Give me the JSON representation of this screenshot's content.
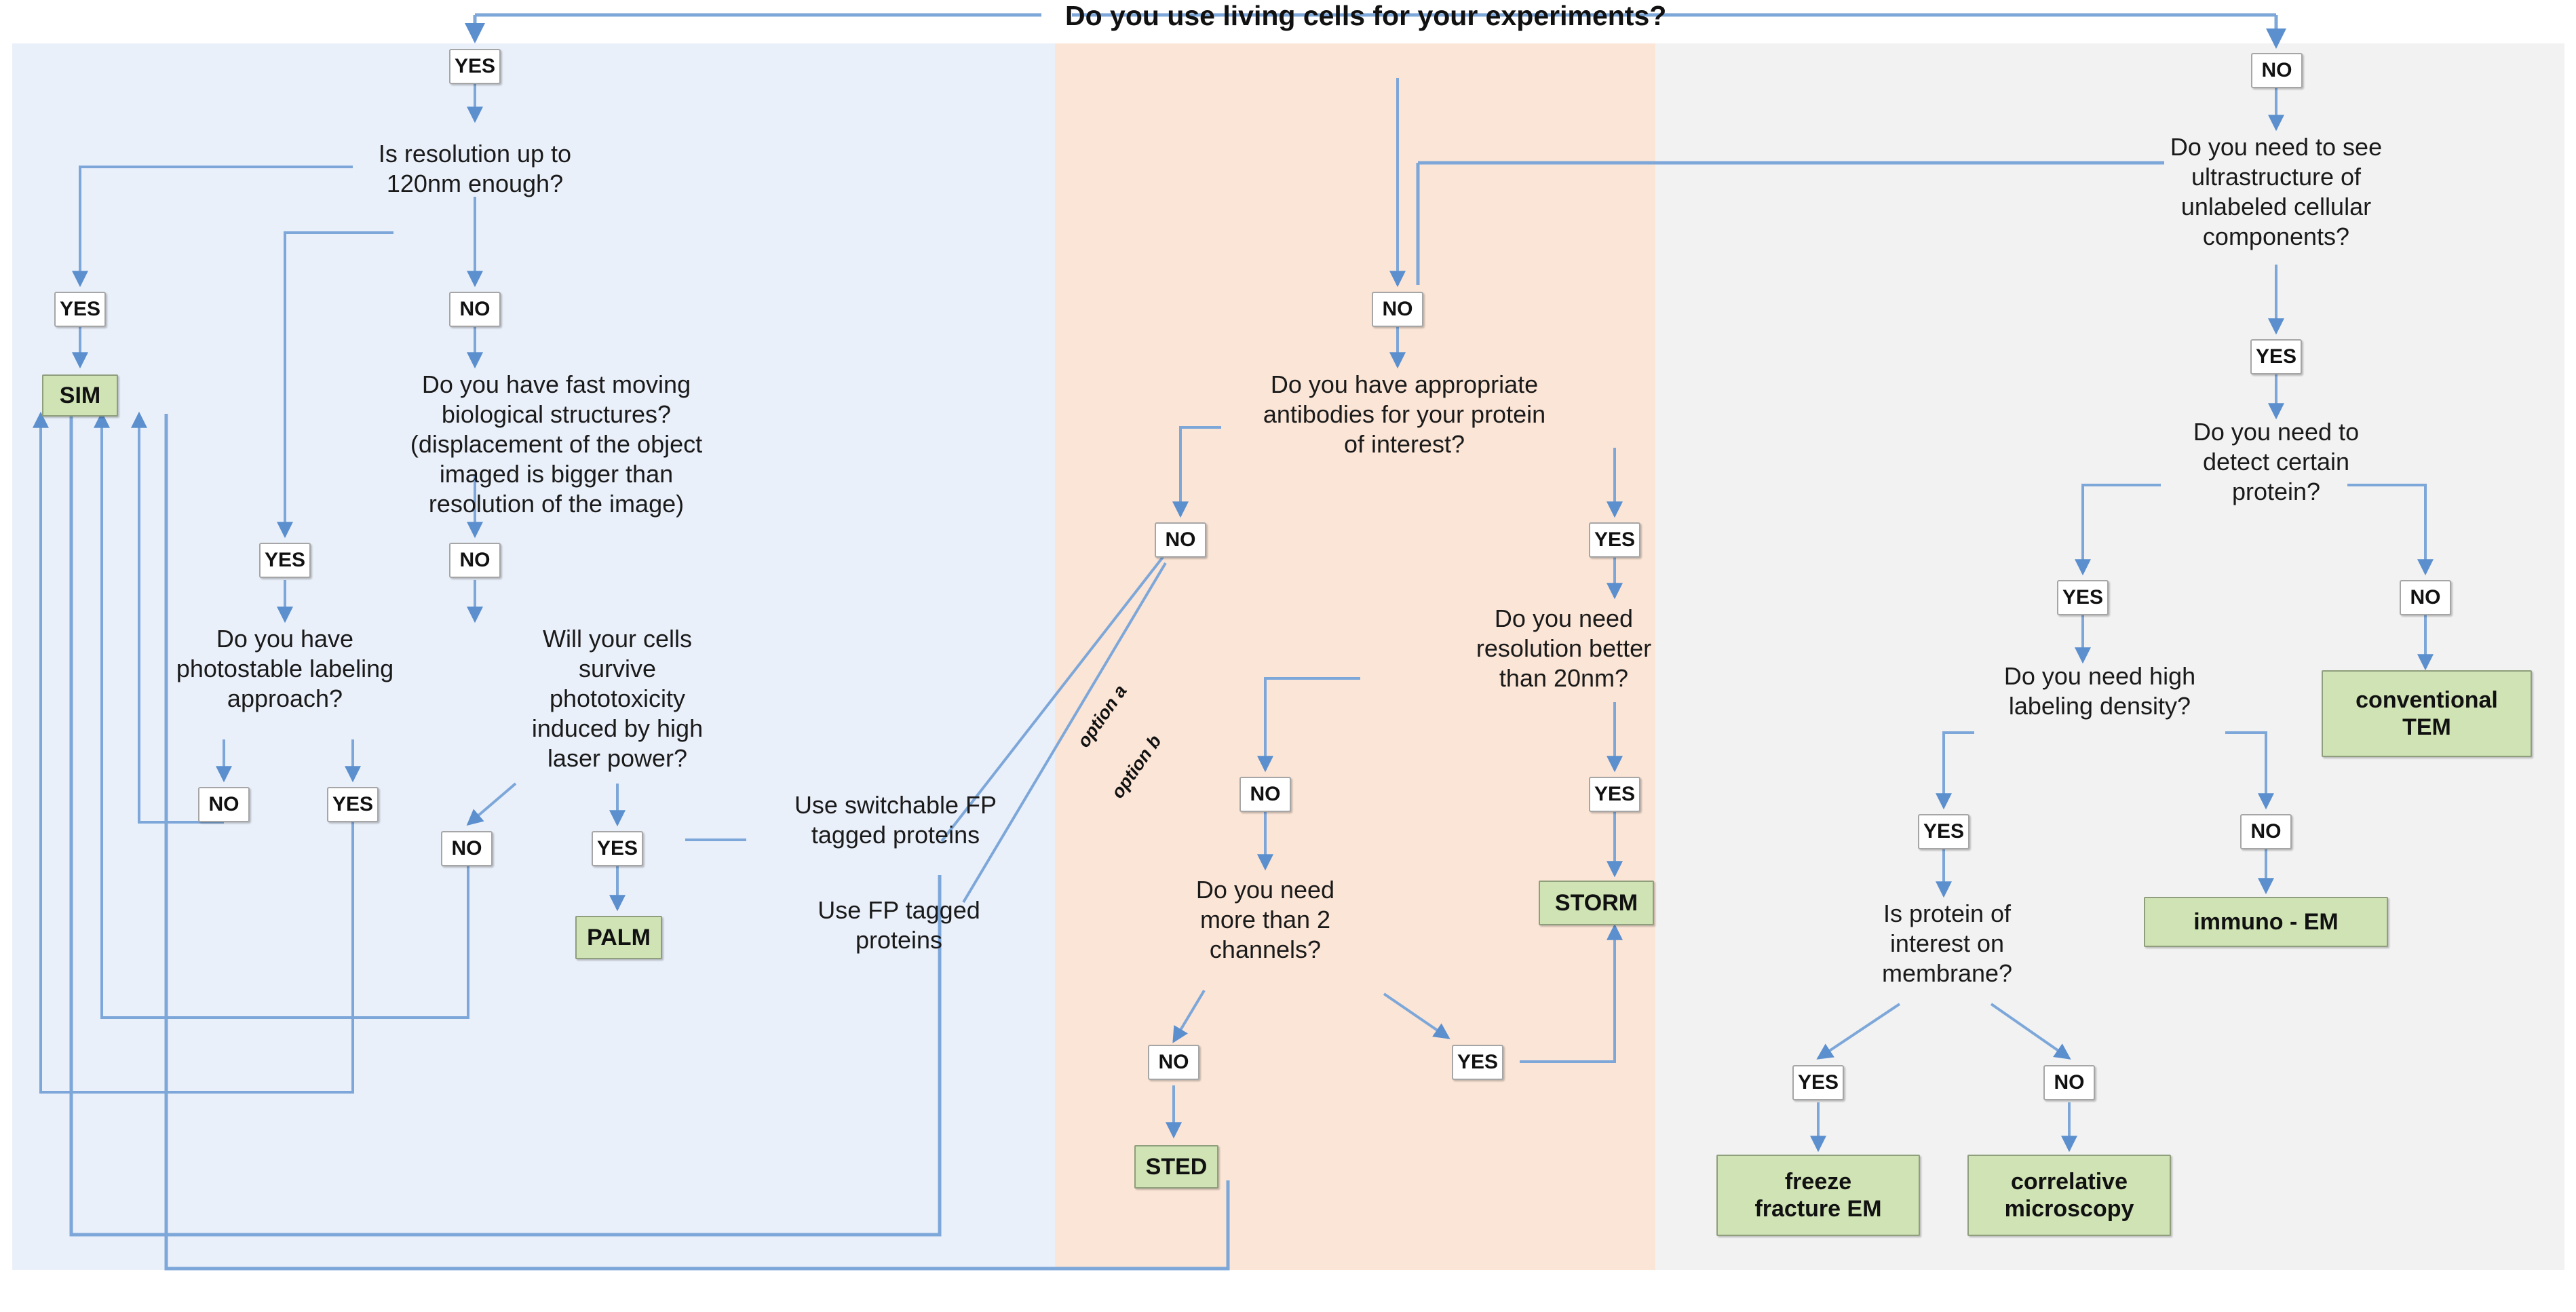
{
  "title": "Do you use living cells for your experiments?",
  "panels": {
    "living": "living-cells-panel",
    "fixed": "fixed-cells-panel",
    "em": "electron-microscopy-panel"
  },
  "colors": {
    "panel_living": "#eaf0fa",
    "panel_fixed": "#fbe5d6",
    "panel_em": "#f2f2f2",
    "result_fill": "#cfe3b4",
    "result_border": "#8f9e7c",
    "wire": "#7da7d9",
    "yesno_border": "#a6a6a6",
    "text": "#1a1a1a"
  },
  "labels": {
    "yes": "YES",
    "no": "NO",
    "option_a": "option a",
    "option_b": "option b"
  },
  "questions": {
    "q_resolution_120": "Is resolution up to\n120nm enough?",
    "q_fast_moving": "Do you have fast moving\nbiological structures?\n(displacement of the object\nimaged is bigger than\nresolution of the image)",
    "q_photostable": "Do you have\nphotostable labeling\napproach?",
    "q_phototoxicity": "Will your cells\nsurvive\nphototoxicity\ninduced by high\nlaser power?",
    "q_antibodies": "Do you have appropriate\nantibodies for your protein\nof interest?",
    "q_res_20nm": "Do you need\nresolution better\nthan 20nm?",
    "q_channels": "Do you need\nmore than 2\nchannels?",
    "q_ultrastructure": "Do you need to see\nultrastructure of\nunlabeled cellular\ncomponents?",
    "q_detect_protein": "Do you need to\ndetect certain\nprotein?",
    "q_labeling_density": "Do you need high\nlabeling density?",
    "q_membrane": "Is protein of\ninterest on\nmembrane?"
  },
  "actions": {
    "use_switchable_fp": "Use switchable FP\ntagged  proteins",
    "use_fp": "Use  FP tagged\nproteins"
  },
  "results": {
    "sim": "SIM",
    "palm": "PALM",
    "sted": "STED",
    "storm": "STORM",
    "conventional_tem": "conventional\nTEM",
    "immuno_em": "immuno - EM",
    "freeze_fracture_em": "freeze\nfracture EM",
    "correlative_microscopy": "correlative\nmicroscopy"
  },
  "yesno_nodes": [
    {
      "id": "root-yes",
      "label": "YES"
    },
    {
      "id": "root-no",
      "label": "NO"
    },
    {
      "id": "res120-yes",
      "label": "YES"
    },
    {
      "id": "res120-no",
      "label": "NO"
    },
    {
      "id": "fastmoving-yes",
      "label": "YES"
    },
    {
      "id": "fastmoving-no",
      "label": "NO"
    },
    {
      "id": "photostable-no",
      "label": "NO"
    },
    {
      "id": "photostable-yes",
      "label": "YES"
    },
    {
      "id": "phototox-no",
      "label": "NO"
    },
    {
      "id": "phototox-yes",
      "label": "YES"
    },
    {
      "id": "antibodies-no",
      "label": "NO"
    },
    {
      "id": "antibodies-yes",
      "label": "YES"
    },
    {
      "id": "fixed-branch-no",
      "label": "NO"
    },
    {
      "id": "res20-no",
      "label": "NO"
    },
    {
      "id": "res20-yes",
      "label": "YES"
    },
    {
      "id": "channels-no",
      "label": "NO"
    },
    {
      "id": "channels-yes",
      "label": "YES"
    },
    {
      "id": "ultra-yes",
      "label": "YES"
    },
    {
      "id": "detect-yes",
      "label": "YES"
    },
    {
      "id": "detect-no",
      "label": "NO"
    },
    {
      "id": "density-yes",
      "label": "YES"
    },
    {
      "id": "density-no",
      "label": "NO"
    },
    {
      "id": "membrane-yes",
      "label": "YES"
    },
    {
      "id": "membrane-no",
      "label": "NO"
    }
  ]
}
